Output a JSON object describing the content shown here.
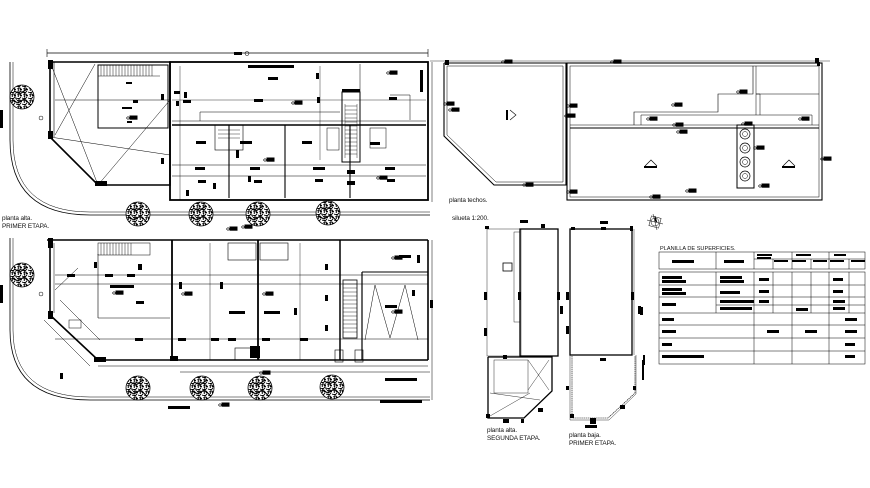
{
  "drawing": {
    "background": "#ffffff",
    "line_color": "#000000",
    "plans": [
      {
        "id": "planta-alta-primer-etapa",
        "title_line1": "planta alta.",
        "title_line2": "PRIMER ETAPA."
      },
      {
        "id": "planta-techos",
        "title_line1": "planta techos."
      },
      {
        "id": "planta-baja-main",
        "title_line1": ""
      },
      {
        "id": "silueta",
        "title_line1": "silueta 1:200."
      },
      {
        "id": "planta-alta-segunda-etapa",
        "title_line1": "planta alta.",
        "title_line2": "SEGUNDA ETAPA."
      },
      {
        "id": "planta-baja-primer-etapa",
        "title_line1": "planta baja.",
        "title_line2": "PRIMER ETAPA."
      }
    ],
    "north_arrow": {
      "icon": "north-arrow-icon"
    },
    "surface_table": {
      "title": "PLANILLA DE SUPERFICIES.",
      "header_groups": 3,
      "rows": 7
    }
  }
}
